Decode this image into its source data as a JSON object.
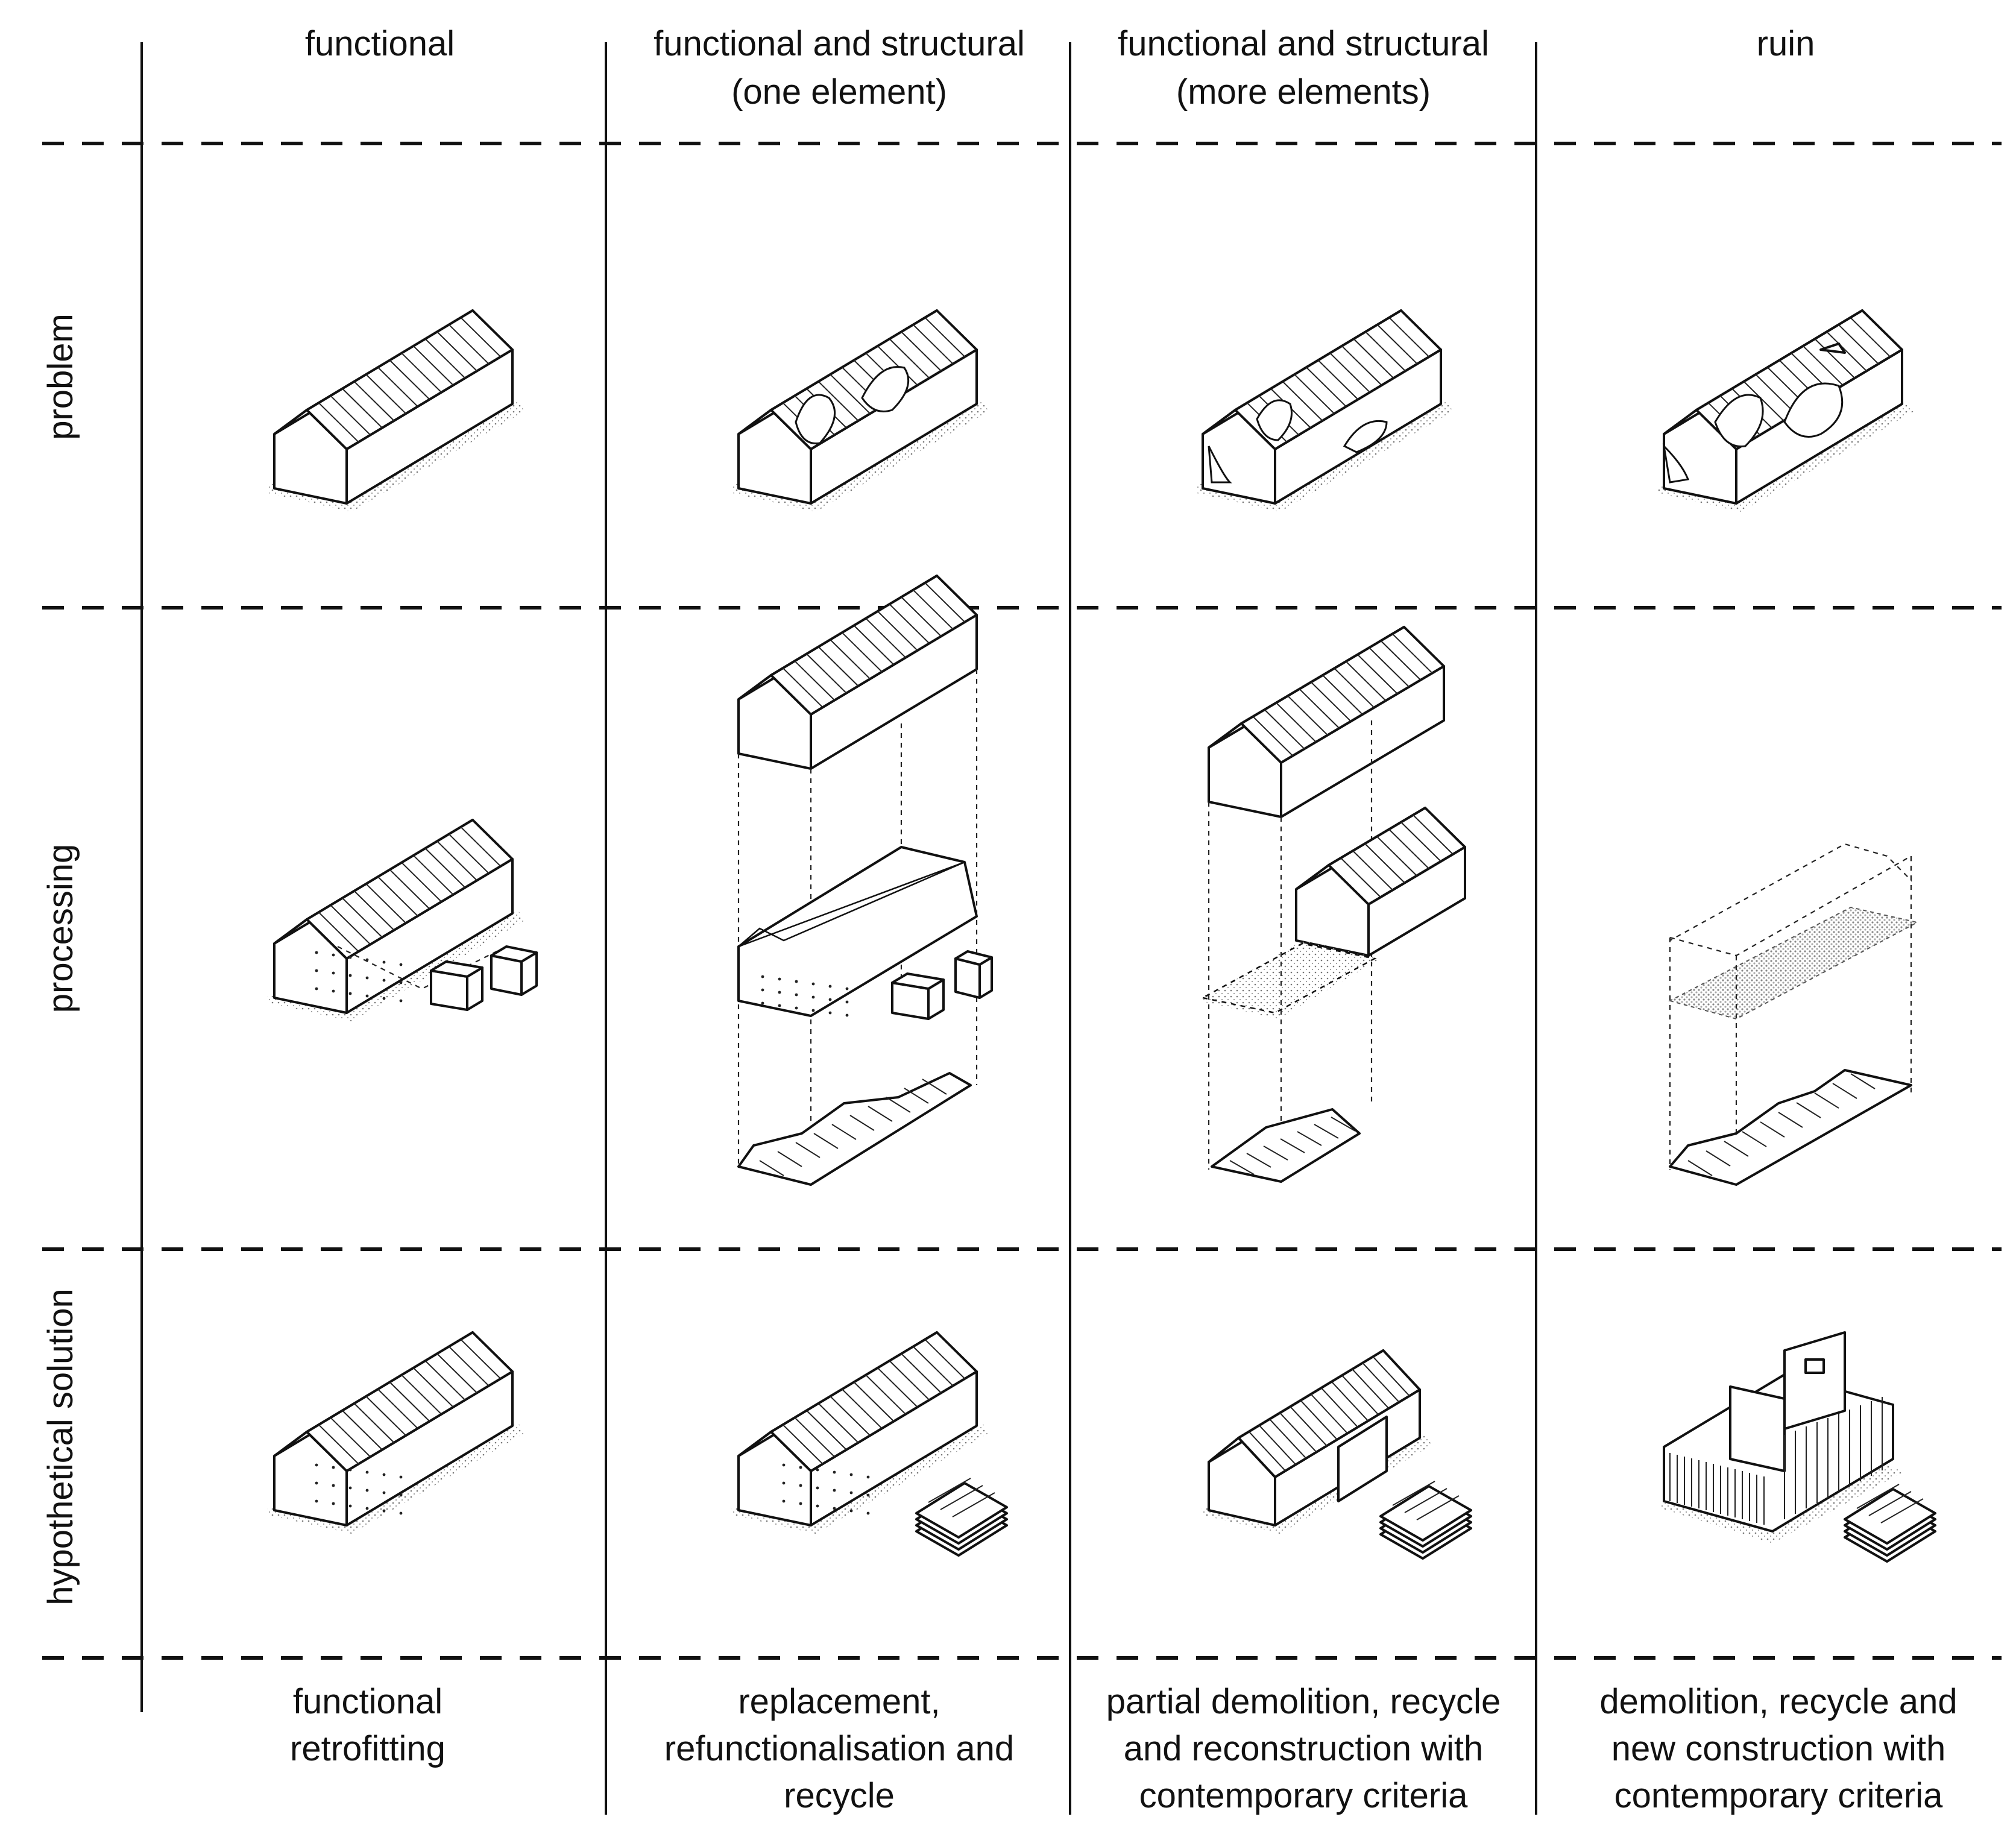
{
  "columns": {
    "c1": {
      "header": [
        "functional"
      ],
      "caption": [
        "functional",
        "retrofitting"
      ]
    },
    "c2": {
      "header": [
        "functional and structural",
        "(one element)"
      ],
      "caption": [
        "replacement,",
        "refunctionalisation and",
        "recycle"
      ]
    },
    "c3": {
      "header": [
        "functional and structural",
        "(more elements)"
      ],
      "caption": [
        "partial demolition, recycle",
        "and reconstruction with",
        "contemporary criteria"
      ]
    },
    "c4": {
      "header": [
        "ruin"
      ],
      "caption": [
        "demolition, recycle and",
        "new construction with",
        "contemporary criteria"
      ]
    }
  },
  "rows": {
    "problem": "problem",
    "processing": "processing",
    "solution": "hypothetical solution"
  }
}
